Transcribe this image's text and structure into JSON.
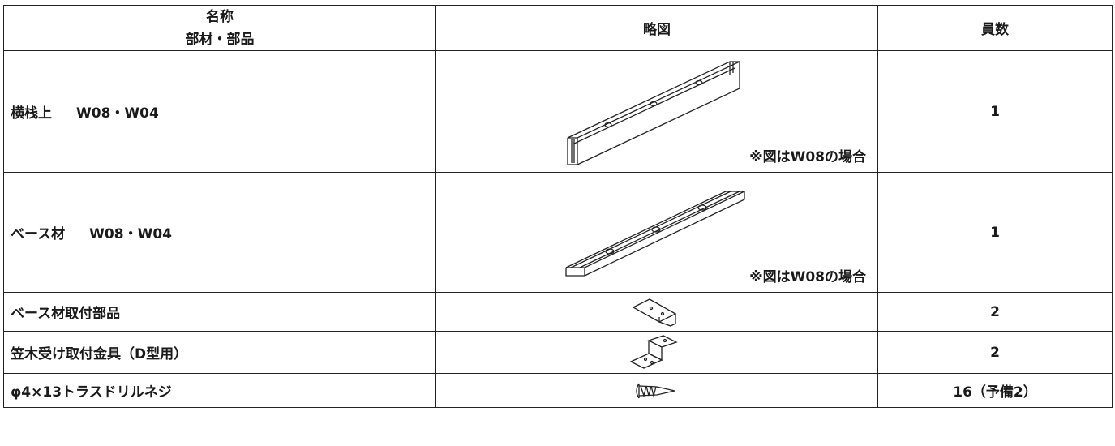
{
  "header": {
    "name_top": "名称",
    "name_bottom": "部材・部品",
    "sketch": "略図",
    "count": "員数"
  },
  "rows": [
    {
      "name": "横栈上",
      "model": "W08・W04",
      "note": "※図はW08の場合",
      "count": "1",
      "icon": "upper-rail-drawing"
    },
    {
      "name": "ベース材",
      "model": "W08・W04",
      "note": "※図はW08の場合",
      "count": "1",
      "icon": "base-rail-drawing"
    },
    {
      "name": "ベース材取付部品",
      "count": "2",
      "icon": "bracket-drawing"
    },
    {
      "name": "笠木受け取付金具（D型用）",
      "count": "2",
      "icon": "z-bracket-drawing"
    },
    {
      "name": "φ4×13トラスドリルネジ",
      "count": "16（予備2）",
      "icon": "screw-drawing"
    }
  ]
}
